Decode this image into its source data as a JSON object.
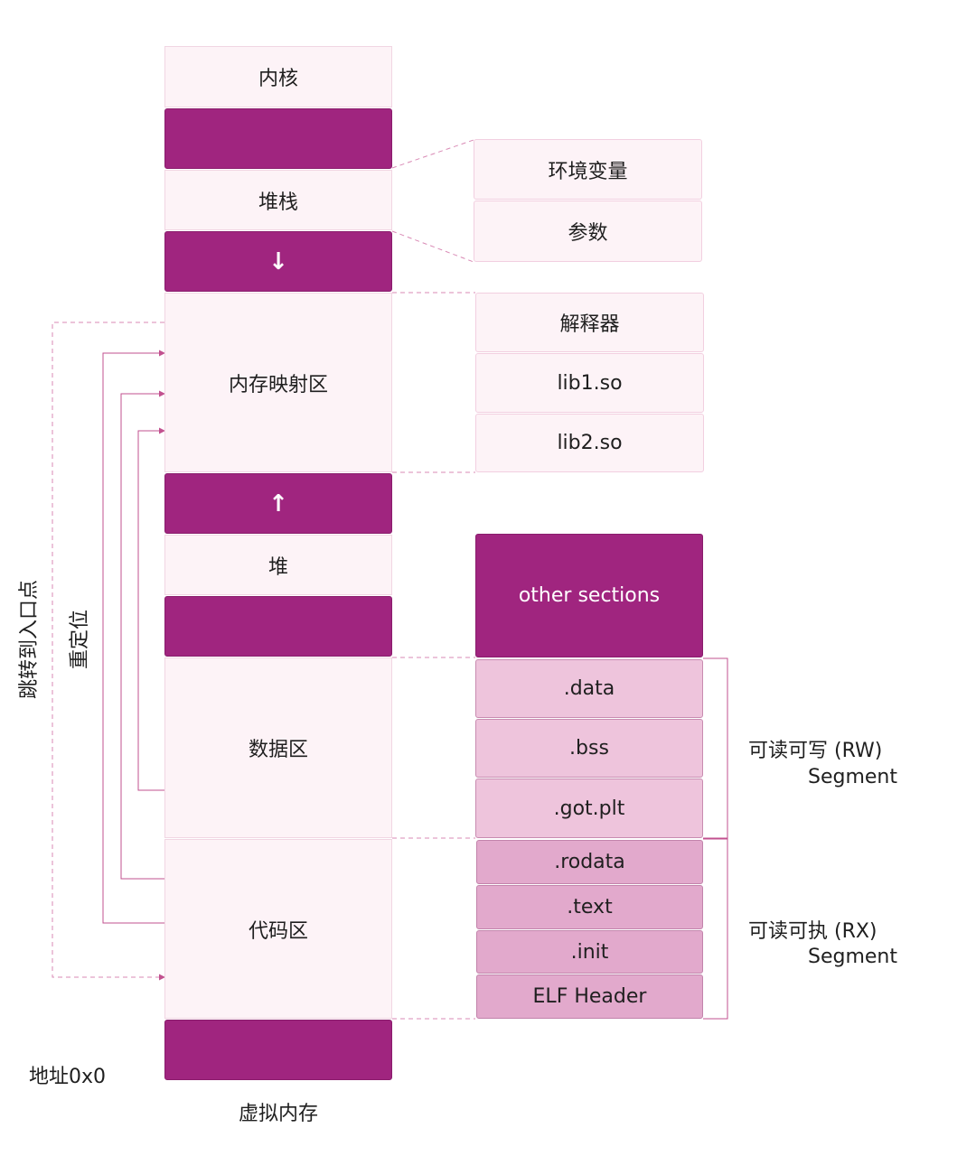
{
  "memory": {
    "kernel": "内核",
    "stack": "堆栈",
    "stack_arrow": "↓",
    "mmap": "内存映射区",
    "heap_arrow": "↑",
    "heap": "堆",
    "data": "数据区",
    "code": "代码区",
    "caption": "虚拟内存"
  },
  "stack_detail": [
    "环境变量",
    "参数"
  ],
  "mmap_detail": [
    "解释器",
    "lib1.so",
    "lib2.so"
  ],
  "elf": {
    "other": "other sections",
    "rw_sections": [
      ".data",
      ".bss",
      ".got.plt"
    ],
    "rx_sections": [
      ".rodata",
      ".text",
      ".init",
      "ELF Header"
    ]
  },
  "segments": {
    "rw_line1": "可读可写 (RW)",
    "rw_line2": "Segment",
    "rx_line1": "可读可执 (RX)",
    "rx_line2": "Segment"
  },
  "side_labels": {
    "jump": "跳转到入口点",
    "reloc": "重定位",
    "address": "地址0x0"
  },
  "colors": {
    "accent": "#a0257f",
    "light_fill": "#fdf3f7",
    "rw_fill": "#eec4dc",
    "rx_fill": "#e2a9cc",
    "line": "#c2508f"
  }
}
